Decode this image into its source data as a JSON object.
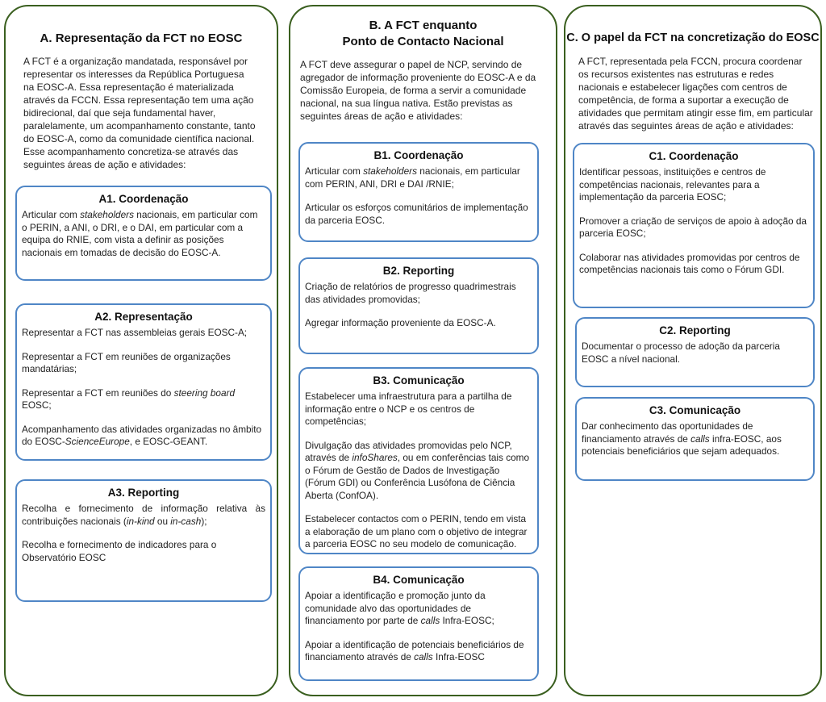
{
  "columns": {
    "a": {
      "title": "A. Representação da FCT no EOSC",
      "intro": "A FCT é a organização mandatada, responsável por representar os interesses da República Portuguesa na EOSC-A. Essa representação é materializada através da FCCN. Essa representação tem uma ação bidirecional, daí que seja fundamental haver, paralelamente, um acompanhamento constante, tanto do EOSC-A, como da comunidade científica nacional. Esse acompanhamento concretiza-se através das seguintes áreas de ação e atividades:",
      "a1": {
        "title": "A1. Coordenação",
        "p1_pre": "Articular com ",
        "p1_em": "stakeholders",
        "p1_post": " nacionais, em particular com o PERIN, a ANI, o DRI, e o DAI, em particular com a equipa do RNIE, com vista a definir as posições nacionais em tomadas de decisão do EOSC-A."
      },
      "a2": {
        "title": "A2. Representação",
        "p1": "Representar a FCT nas assembleias gerais EOSC-A;",
        "p2": "Representar a FCT em reuniões de organizações mandatárias;",
        "p3_pre": "Representar a FCT em reuniões do ",
        "p3_em": "steering board",
        "p3_post": " EOSC;",
        "p4_pre": "Acompanhamento das atividades organizadas no âmbito do EOSC-",
        "p4_em": "ScienceEurope",
        "p4_post": ", e EOSC-GEANT."
      },
      "a3": {
        "title": "A3. Reporting",
        "p1_pre": "Recolha e fornecimento de informação relativa às contribuições nacionais (",
        "p1_em1": "in-kind",
        "p1_mid": " ou ",
        "p1_em2": "in-cash",
        "p1_post": ");",
        "p2": "Recolha e fornecimento de indicadores para o Observatório EOSC"
      }
    },
    "b": {
      "title_line1": "B. A FCT enquanto",
      "title_line2": "Ponto de Contacto Nacional",
      "intro": "A FCT deve assegurar o papel de NCP, servindo de agregador de informação proveniente do EOSC-A e da Comissão Europeia, de forma a servir a comunidade nacional, na sua língua nativa. Estão previstas as seguintes áreas de ação e atividades:",
      "b1": {
        "title": "B1. Coordenação",
        "p1_pre": "Articular com ",
        "p1_em": "stakeholders",
        "p1_post": " nacionais, em particular com PERIN, ANI, DRI e DAI /RNIE;",
        "p2": "Articular os esforços comunitários de implementação da parceria EOSC."
      },
      "b2": {
        "title": "B2. Reporting",
        "p1": "Criação de relatórios de progresso quadrimestrais das atividades promovidas;",
        "p2": "Agregar informação proveniente da EOSC-A."
      },
      "b3": {
        "title": "B3. Comunicação",
        "p1": "Estabelecer uma infraestrutura para a partilha de informação entre o NCP e os centros de competências;",
        "p2_pre": "Divulgação das atividades promovidas pelo NCP, através de ",
        "p2_em": "infoShares",
        "p2_post": ", ou em conferências tais como o Fórum de Gestão de Dados de Investigação (Fórum GDI) ou Conferência Lusófona de Ciência Aberta (ConfOA).",
        "p3": "Estabelecer contactos com o PERIN, tendo em vista a elaboração de um plano com o objetivo de integrar a parceria EOSC no seu modelo de comunicação."
      },
      "b4": {
        "title": "B4. Comunicação",
        "p1_pre": "Apoiar a identificação e promoção junto da comunidade alvo das oportunidades de financiamento por parte de ",
        "p1_em": "calls",
        "p1_post": " Infra-EOSC;",
        "p2_pre": "Apoiar a identificação de potenciais beneficiários de financiamento através de ",
        "p2_em": "calls",
        "p2_post": " Infra-EOSC"
      }
    },
    "c": {
      "title": "C. O papel da FCT na concretização do EOSC",
      "intro": "A FCT, representada pela FCCN, procura coordenar os recursos existentes nas estruturas e redes nacionais e estabelecer ligações com centros de competência, de forma a suportar a execução de atividades que permitam atingir esse fim, em particular através das seguintes áreas de ação e atividades:",
      "c1": {
        "title": "C1. Coordenação",
        "p1": "Identificar pessoas, instituições e centros de competências nacionais, relevantes para a implementação da parceria EOSC;",
        "p2": "Promover a criação de serviços de apoio à adoção da parceria EOSC;",
        "p3": "Colaborar nas atividades promovidas por centros de competências nacionais tais como o Fórum GDI."
      },
      "c2": {
        "title": "C2. Reporting",
        "p1": "Documentar o processo de adoção da parceria EOSC a nível nacional."
      },
      "c3": {
        "title": "C3. Comunicação",
        "p1_pre": "Dar conhecimento das oportunidades de financiamento através de ",
        "p1_em": "calls",
        "p1_post": " infra-EOSC, aos potenciais beneficiários que sejam adequados."
      }
    }
  },
  "colors": {
    "outer_border": "#3a5f1f",
    "box_border": "#4f86c6"
  }
}
